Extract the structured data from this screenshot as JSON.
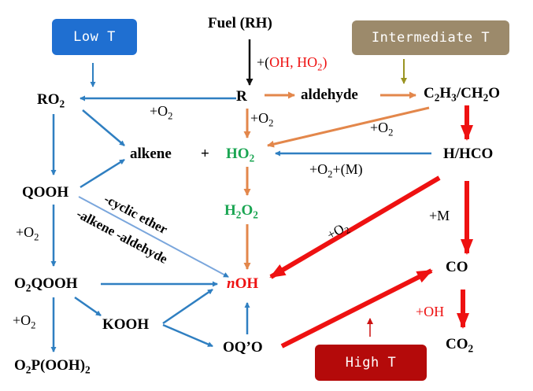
{
  "regimes": {
    "low_t": "Low T",
    "intermediate_t": "Intermediate T",
    "high_t": "High T"
  },
  "colors": {
    "low_t_box": "#1f6fd1",
    "intermediate_t_box": "#9c8a6b",
    "high_t_box": "#b40a0a",
    "blue_arrow": "#2f7fc1",
    "orange_arrow": "#e3874b",
    "red_arrow": "#ee1111",
    "dark_arrow": "#111111",
    "olive_arrow": "#9a9422",
    "green_species": "#1aa552",
    "red_species": "#ee1111"
  },
  "species": {
    "fuel": "Fuel (RH)",
    "r": "R",
    "aldehyde": "aldehyde",
    "c2h3": "C",
    "c2h3_sub1": "2",
    "c2h3_mid": "H",
    "c2h3_sub2": "3",
    "ch2o": "/CH",
    "ch2o_sub": "2",
    "ch2o_end": "O",
    "ro2": "RO",
    "ro2_sub": "2",
    "alkene": "alkene",
    "plus": "+",
    "ho2": "HO",
    "ho2_sub": "2",
    "h_hco": "H/HCO",
    "qooh": "QOOH",
    "h2o2_a": "H",
    "h2o2_sub1": "2",
    "h2o2_b": "O",
    "h2o2_sub2": "2",
    "o2qooh_a": "O",
    "o2qooh_sub": "2",
    "o2qooh_b": "QOOH",
    "noh_n": "n",
    "noh_rest": "OH",
    "co": "CO",
    "kooh": "KOOH",
    "oqo": "OQ’O",
    "co2_a": "CO",
    "co2_sub": "2",
    "o2poh_a": "O",
    "o2poh_sub1": "2",
    "o2poh_b": "P(OOH)",
    "o2poh_sub2": "2"
  },
  "reactions": {
    "fuel_attack_prefix": "+(",
    "fuel_attack_oh_ho2": "OH, HO",
    "fuel_attack_sub": "2",
    "fuel_attack_suffix": ")",
    "r_to_ro2": "+O",
    "r_to_ro2_sub": "2",
    "r_to_ho2": "+O",
    "r_to_ho2_sub": "2",
    "c2h3_to_ho2": "+O",
    "c2h3_to_ho2_sub": "2",
    "h_to_ho2": "+O",
    "h_to_ho2_sub": "2",
    "h_to_ho2_tail": "+(M)",
    "h_to_oh": "+O",
    "h_to_oh_sub": "2",
    "hco_to_co": "+M",
    "qooh_to_o2qooh": "+O",
    "qooh_to_o2qooh_sub": "2",
    "o2qooh_to_o2p": "+O",
    "o2qooh_to_o2p_sub": "2",
    "co_to_co2": "+OH",
    "cyclic_ether": "-cyclic ether",
    "alkene_aldehyde": "-alkene -aldehyde"
  }
}
